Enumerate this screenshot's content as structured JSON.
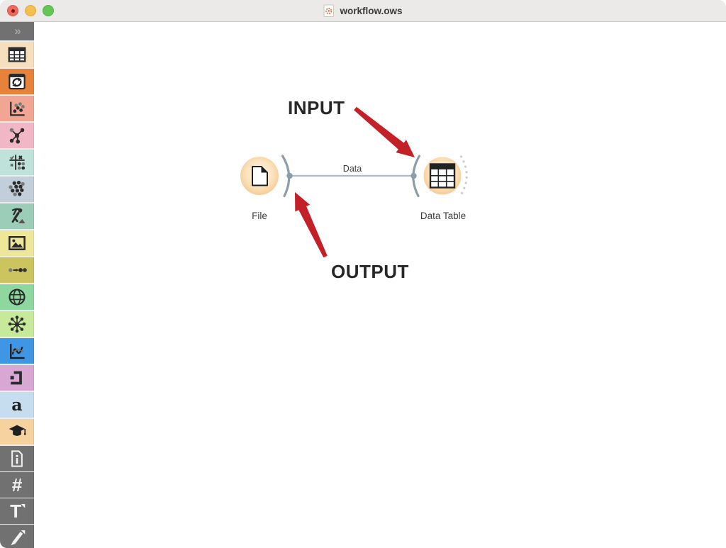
{
  "window": {
    "title": "workflow.ows",
    "unsaved_changes_dot": true
  },
  "colors": {
    "titlebar-bg": "#ECEAE8",
    "titlebar-text": "#3B3B3B",
    "canvas-bg": "#FFFFFF",
    "toolbox-bg": "#ECECEC",
    "tool-cell-bg": "#717171",
    "tool-icon": "#F2F2F2",
    "traffic-close": "#EE6A5F",
    "traffic-close-dot": "#7F180E",
    "traffic-min": "#F5BE50",
    "traffic-max": "#63C655",
    "node-fill-inner": "#FDF4E4",
    "node-fill-outer": "#F6C487",
    "anchor-gray": "#8C9DAA",
    "link-gray": "#AEBAC3",
    "dashed-anchor": "#C9CDD0",
    "icon-ink": "#2B2B2B",
    "label-ink": "#3C3C3C",
    "annotation-ink": "#272727",
    "arrow-red": "#C32127"
  },
  "sidebar": {
    "expand_label": "»",
    "categories": [
      {
        "icon": "data-table-icon",
        "color": "#F5DFBC"
      },
      {
        "icon": "transform-sync-icon",
        "color": "#E8823B"
      },
      {
        "icon": "scatter-plot-icon",
        "color": "#F2A593"
      },
      {
        "icon": "tree-model-icon",
        "color": "#F2B7C7"
      },
      {
        "icon": "evaluate-scores-icon",
        "color": "#BFE3DA"
      },
      {
        "icon": "cluster-dots-icon",
        "color": "#C2CEDA"
      },
      {
        "icon": "miner-icon",
        "color": "#9CCDB9"
      },
      {
        "icon": "image-icon",
        "color": "#EEE79A"
      },
      {
        "icon": "associate-dots-arrow-icon",
        "color": "#CCC45E"
      },
      {
        "icon": "globe-icon",
        "color": "#8ED79E"
      },
      {
        "icon": "network-icon",
        "color": "#C7EA9A"
      },
      {
        "icon": "line-chart-icon",
        "color": "#3E96E4"
      },
      {
        "icon": "spectroscopy-icon",
        "color": "#D9A7D3"
      },
      {
        "icon": "text-mining-icon",
        "color": "#C6DDF0",
        "glyph": "a"
      },
      {
        "icon": "graduation-cap-icon",
        "color": "#F6D29E"
      }
    ],
    "tools": [
      {
        "icon": "workflow-info-icon"
      },
      {
        "icon": "align-grid-icon",
        "glyph": "#"
      },
      {
        "icon": "text-annotation-icon",
        "glyph": "T"
      },
      {
        "icon": "arrow-annotation-icon"
      }
    ]
  },
  "canvas": {
    "nodes": [
      {
        "label": "File",
        "icon": "file-widget-icon"
      },
      {
        "label": "Data Table",
        "icon": "data-table-widget-icon"
      }
    ],
    "link": {
      "label": "Data"
    },
    "annotations": {
      "input": "INPUT",
      "output": "OUTPUT"
    }
  }
}
